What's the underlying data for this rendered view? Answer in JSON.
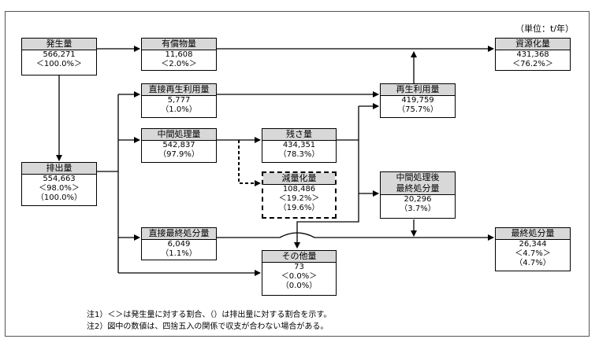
{
  "unit_label": "（単位：t/年）",
  "boxes": {
    "hassei": {
      "title": "発生量",
      "lines": [
        "566,271",
        "＜100.0%＞"
      ]
    },
    "yusho": {
      "title": "有償物量",
      "lines": [
        "11,608",
        "＜2.0%＞"
      ]
    },
    "shigen": {
      "title": "資源化量",
      "lines": [
        "431,368",
        "＜76.2%＞"
      ]
    },
    "chokusai": {
      "title": "直接再生利用量",
      "lines": [
        "5,777",
        "（1.0%）"
      ]
    },
    "saisei": {
      "title": "再生利用量",
      "lines": [
        "419,759",
        "（75.7%）"
      ]
    },
    "chukan": {
      "title": "中間処理量",
      "lines": [
        "542,837",
        "（97.9%）"
      ]
    },
    "zansa": {
      "title": "残さ量",
      "lines": [
        "434,351",
        "（78.3%）"
      ]
    },
    "haishutsu": {
      "title": "排出量",
      "lines": [
        "554,663",
        "＜98.0%＞",
        "（100.0%）"
      ]
    },
    "genryo": {
      "title": "減量化量",
      "lines": [
        "108,486",
        "＜19.2%＞",
        "（19.6%）"
      ]
    },
    "chukango": {
      "title": "中間処理後最終処分量",
      "title_lines": [
        "中間処理後",
        "最終処分量"
      ],
      "lines": [
        "20,296",
        "（3.7%）"
      ]
    },
    "chokusaisho": {
      "title": "直接最終処分量",
      "lines": [
        "6,049",
        "（1.1%）"
      ]
    },
    "saishu": {
      "title": "最終処分量",
      "lines": [
        "26,344",
        "＜4.7%＞",
        "（4.7%）"
      ]
    },
    "sonota": {
      "title": "その他量",
      "lines": [
        "73",
        "＜0.0%＞",
        "（0.0%）"
      ]
    }
  },
  "notes": [
    "注1）＜＞は発生量に対する割合、（）は排出量に対する割合を示す。",
    "注2）図中の数値は、四捨五入の関係で収支が合わない場合がある。"
  ]
}
